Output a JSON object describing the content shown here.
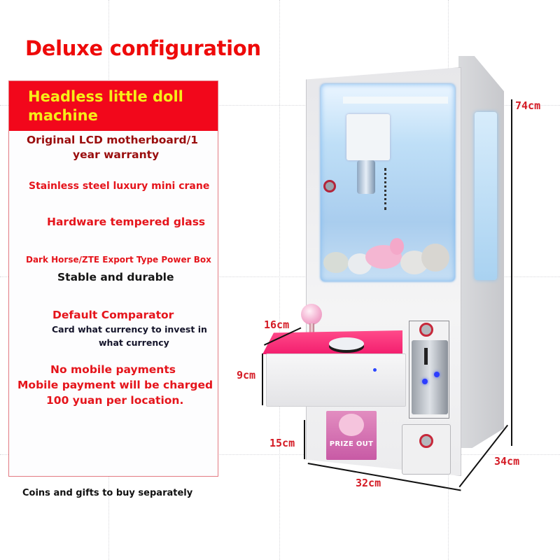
{
  "title": "Deluxe configuration",
  "spec_panel": {
    "header": "Headless little doll machine",
    "lines": [
      {
        "text": "Original LCD motherboard/1",
        "color": "dark-red"
      },
      {
        "text": "year warranty",
        "color": "dark-red"
      },
      {
        "text": "Stainless steel luxury mini crane",
        "color": "red"
      },
      {
        "text": "Hardware tempered glass",
        "color": "red"
      },
      {
        "text": "Dark Horse/ZTE Export Type Power Box",
        "color": "red"
      },
      {
        "text": "Stable and durable",
        "color": "black"
      },
      {
        "text": "Default Comparator",
        "color": "red"
      },
      {
        "text": "Card what currency to invest in",
        "color": "navy"
      },
      {
        "text": "what currency",
        "color": "navy"
      },
      {
        "text": "No mobile payments",
        "color": "red"
      },
      {
        "text": "Mobile payment will be charged",
        "color": "red"
      },
      {
        "text": "100 yuan per location.",
        "color": "red"
      }
    ]
  },
  "footer_note": "Coins and gifts to buy separately",
  "machine": {
    "prize_door_label": "PRIZE  OUT",
    "dimensions": {
      "height": "74cm",
      "console_depth": "16cm",
      "console_height": "9cm",
      "base_height": "15cm",
      "width": "32cm",
      "depth": "34cm"
    }
  },
  "colors": {
    "title_red": "#ee0a0a",
    "header_bg": "#f2071b",
    "header_text": "#f6ee18",
    "box_border": "#e27a82",
    "dim_label": "#d41a24",
    "window_glow": "#a9cdee",
    "console_pink": "#f31e6e"
  }
}
